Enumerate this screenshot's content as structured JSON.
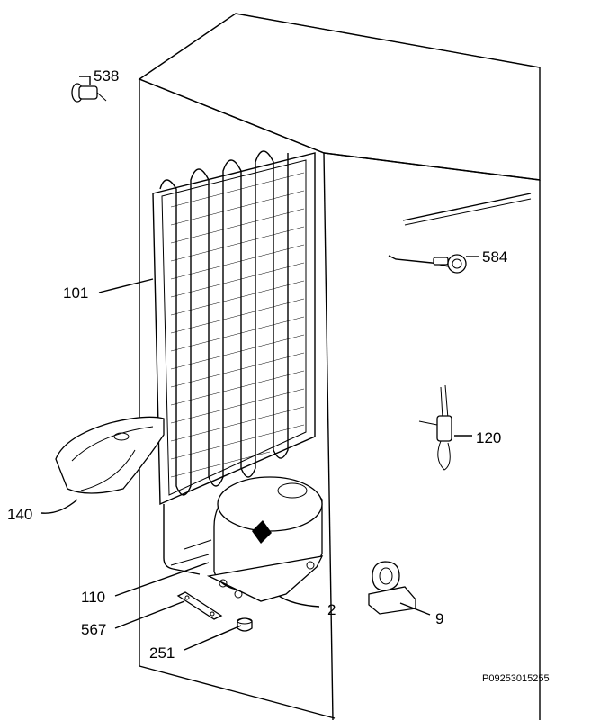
{
  "diagram": {
    "drawing_code": "P09253015255",
    "parts": [
      {
        "id": "p538",
        "label": "538"
      },
      {
        "id": "p584",
        "label": "584"
      },
      {
        "id": "p101",
        "label": "101"
      },
      {
        "id": "p120",
        "label": "120"
      },
      {
        "id": "p140",
        "label": "140"
      },
      {
        "id": "p110",
        "label": "110"
      },
      {
        "id": "p2",
        "label": "2"
      },
      {
        "id": "p9",
        "label": "9"
      },
      {
        "id": "p567",
        "label": "567"
      },
      {
        "id": "p251",
        "label": "251"
      }
    ]
  }
}
